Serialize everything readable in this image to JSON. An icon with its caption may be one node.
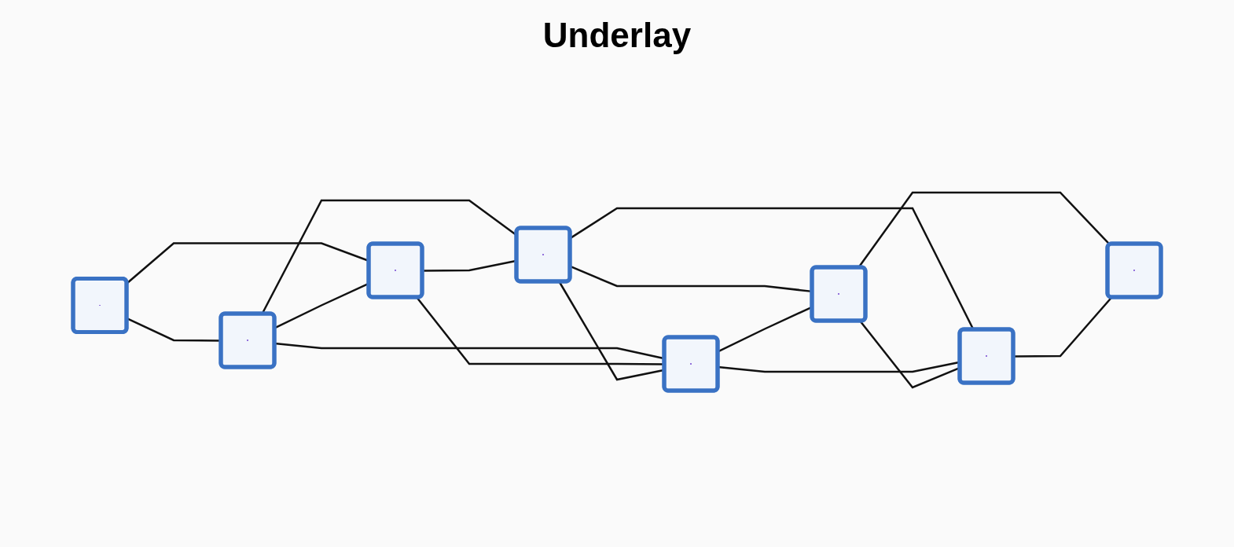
{
  "diagram": {
    "title": "Underlay",
    "nodes": [
      {
        "text": [],
        "shape": "box"
      },
      {
        "text": [],
        "shape": "box"
      },
      {
        "text": [],
        "shape": "box"
      },
      {
        "text": [],
        "shape": "box"
      },
      {
        "text": [],
        "shape": "box"
      },
      {
        "text": [],
        "shape": "box"
      },
      {
        "text": [],
        "shape": "box"
      },
      {
        "text": [],
        "shape": "box"
      }
    ],
    "edges": [
      {
        "from": 0,
        "to": 1,
        "arrow": "none"
      },
      {
        "from": 0,
        "to": 2,
        "arrow": "none"
      },
      {
        "from": 1,
        "to": 2,
        "arrow": "none"
      },
      {
        "from": 1,
        "to": 3,
        "arrow": "none"
      },
      {
        "from": 1,
        "to": 4,
        "arrow": "none"
      },
      {
        "from": 2,
        "to": 3,
        "arrow": "none"
      },
      {
        "from": 2,
        "to": 4,
        "arrow": "none"
      },
      {
        "from": 3,
        "to": 4,
        "arrow": "none"
      },
      {
        "from": 3,
        "to": 5,
        "arrow": "none"
      },
      {
        "from": 3,
        "to": 6,
        "arrow": "none"
      },
      {
        "from": 4,
        "to": 5,
        "arrow": "none"
      },
      {
        "from": 4,
        "to": 6,
        "arrow": "none"
      },
      {
        "from": 5,
        "to": 6,
        "arrow": "none"
      },
      {
        "from": 5,
        "to": 7,
        "arrow": "none"
      },
      {
        "from": 6,
        "to": 7,
        "arrow": "none"
      }
    ]
  }
}
